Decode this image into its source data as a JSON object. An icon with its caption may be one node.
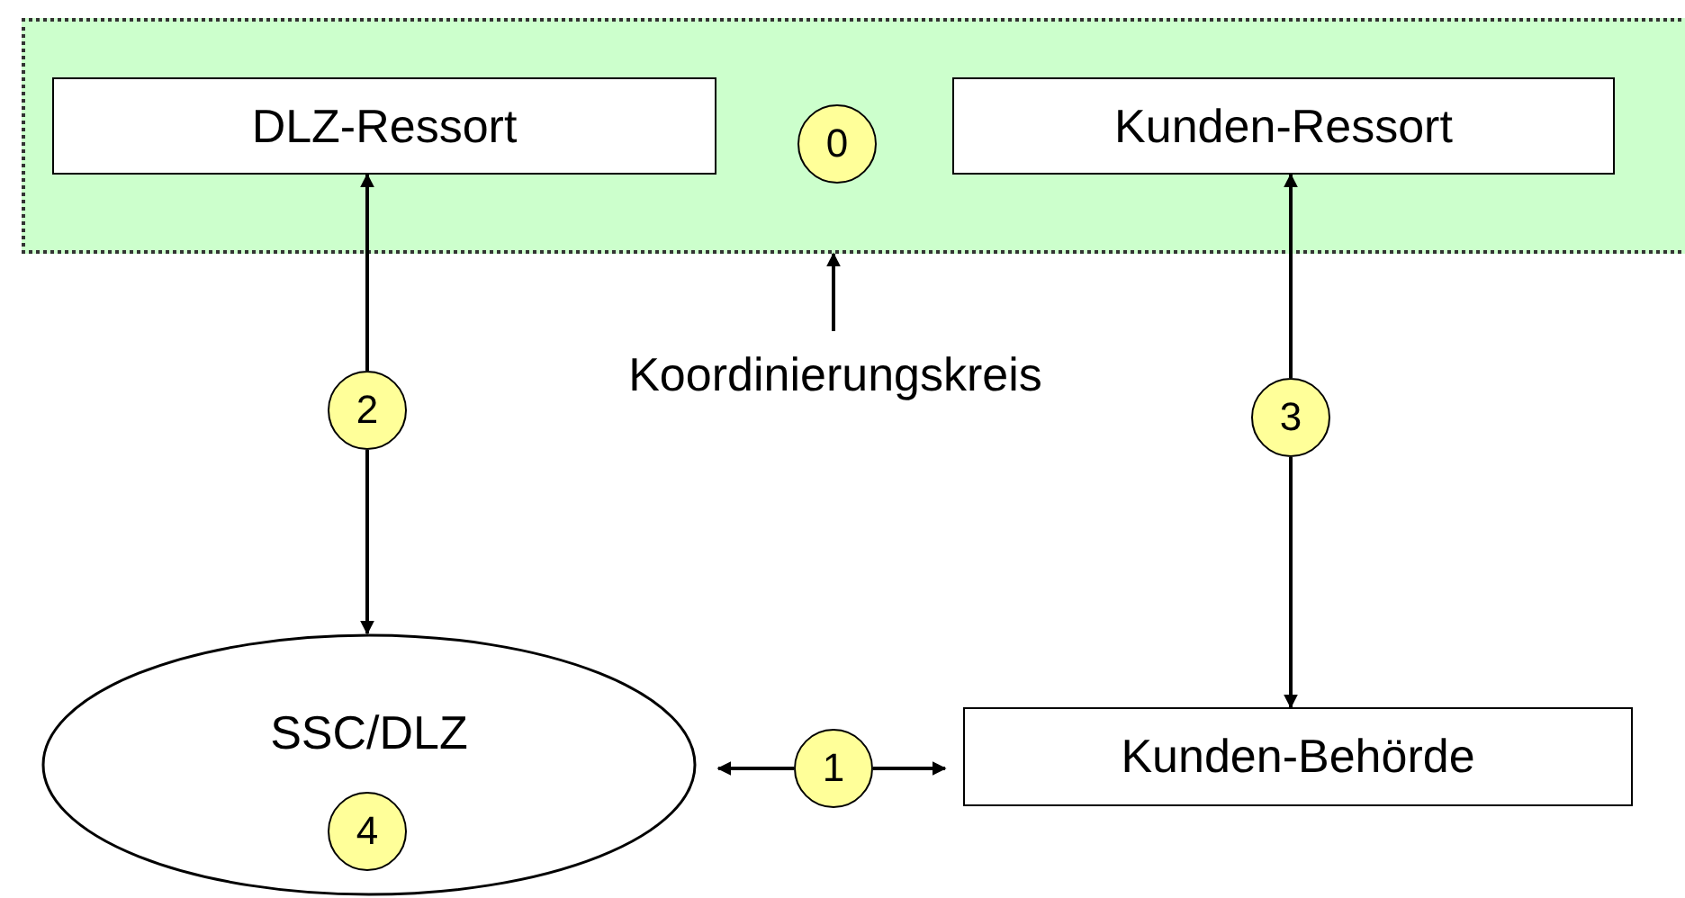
{
  "diagram": {
    "nodes": [
      {
        "text": [],
        "shape": "box"
      },
      {
        "text": [
          "DLZ-Ressort"
        ],
        "in": 0
      },
      {
        "text": [
          "0"
        ],
        "in": 0
      },
      {
        "text": [
          "Kunden-Ressort"
        ],
        "in": 0
      },
      {
        "text": [
          "Koordinierungskreis"
        ]
      },
      {
        "text": [
          "2"
        ]
      },
      {
        "text": [
          "3"
        ]
      },
      {
        "text": [
          "SSC/DLZ"
        ]
      },
      {
        "text": [
          "4"
        ],
        "in": 7
      },
      {
        "text": [
          "1"
        ]
      },
      {
        "text": [
          "Kunden-Behörde"
        ]
      }
    ],
    "edges": [
      {
        "from": 4,
        "to": 0,
        "arrow": "to"
      },
      {
        "from": 5,
        "to": 1,
        "arrow": "to"
      },
      {
        "from": 5,
        "to": 7,
        "arrow": "to"
      },
      {
        "from": 6,
        "to": 3,
        "arrow": "to"
      },
      {
        "from": 6,
        "to": 10,
        "arrow": "to"
      },
      {
        "from": 9,
        "to": 7,
        "arrow": "to"
      },
      {
        "from": 9,
        "to": 10,
        "arrow": "to"
      }
    ]
  }
}
